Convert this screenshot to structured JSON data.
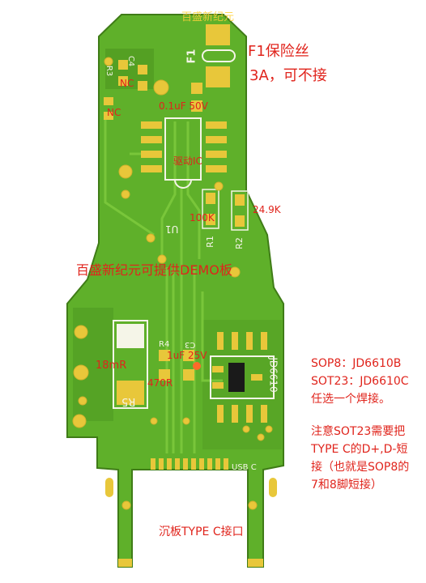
{
  "watermark_top": "百盛新纪元",
  "fuse": {
    "title": "F1保险丝",
    "subtitle": "3A，可不接",
    "designator": "F1"
  },
  "labels": {
    "r3": "R3",
    "c4": "C4",
    "nc1": "NC",
    "nc2": "NC",
    "cap_01uf": "0.1uF 50V",
    "driver_ic": "驱动IC",
    "r100k": "100K",
    "r249k": "24.9K",
    "r1": "R1",
    "r2": "R2",
    "u1": "U1",
    "demo_board": "百盛新纪元可提供DEMO板",
    "r4": "R4",
    "c3": "C3",
    "cap_1uf": "1uF 25V",
    "r18m": "18mR",
    "r470": "470R",
    "r5": "R5",
    "jd": "JD6610",
    "usb_c": "USB C",
    "typec": "沉板TYPE C接口"
  },
  "notes": {
    "line1": "SOP8：JD6610B",
    "line2": "SOT23：JD6610C",
    "line3": "任选一个焊接。",
    "line4": "注意SOT23需要把",
    "line5": "TYPE C的D+,D-短",
    "line6": "接（也就是SOP8的",
    "line7": "7和8脚短接）"
  },
  "colors": {
    "pcb": "#5fb02a",
    "pcb_dark": "#4c9620",
    "pad": "#e8c73a",
    "silk": "#f5f5e8",
    "annotation": "#e0241c"
  }
}
